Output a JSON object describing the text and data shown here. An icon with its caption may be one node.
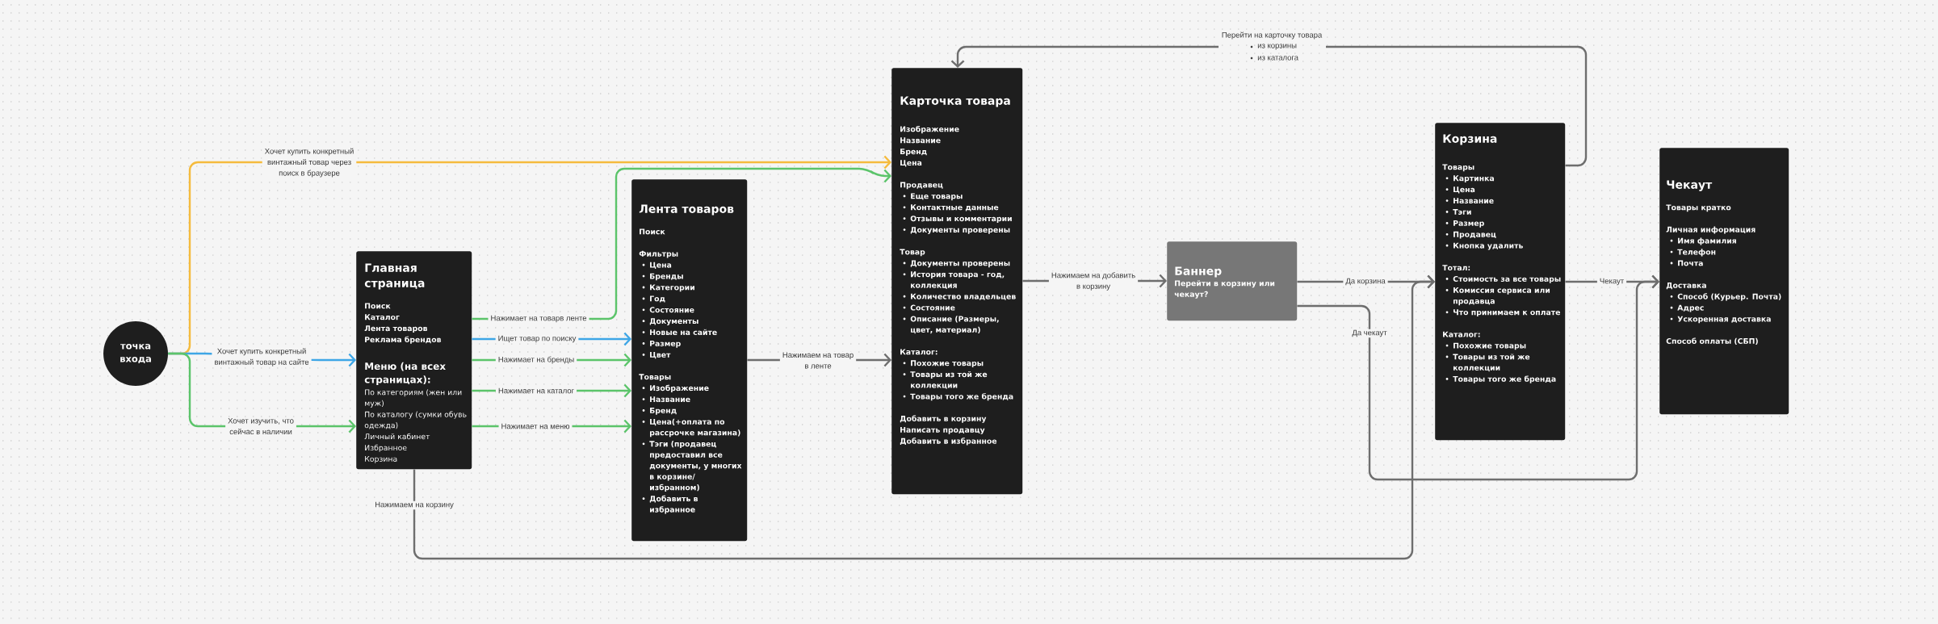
{
  "diagram": {
    "nodes": [
      {
        "text": [
          "точка входа"
        ]
      },
      {
        "text": [
          "Главная страница",
          "Поиск",
          "Каталог",
          "Лента товаров",
          "Реклама брендов",
          "Меню (на всех страницах):",
          "По категориям (жен или муж)",
          "По каталогу (сумки обувь одежда)",
          "Личный кабинет",
          "Избранное",
          "Корзина"
        ]
      },
      {
        "text": [
          "Лента товаров",
          "Поиск",
          "Фильтры",
          "Цена",
          "Бренды",
          "Категории",
          "Год",
          "Состояние",
          "Документы",
          "Новые на сайте",
          "Размер",
          "Цвет",
          "Товары",
          "Изображение",
          "Название",
          "Бренд",
          "Цена(+оплата по рассрочке магазина)",
          "Тэги (продавец предоставил все документы, у многих в корзине/ избранном)",
          "Добавить в избранное"
        ]
      },
      {
        "text": [
          "Карточка товара",
          "Изображение",
          "Название",
          "Бренд",
          "Цена",
          "Продавец",
          "Еще товары",
          "Контактные данные",
          "Отзывы и комментарии",
          "Документы проверены",
          "Товар",
          "Документы проверены",
          "История товара - год, коллекция",
          "Количество владельцев",
          "Состояние",
          "Описание (Размеры, цвет, материал)",
          "Каталог:",
          "Похожие товары",
          "Товары из той же коллекции",
          "Товары того же бренда",
          "Добавить в корзину",
          "Написать продавцу",
          "Добавить в избранное"
        ]
      },
      {
        "text": [
          "Баннер",
          "Перейти в корзину или чекаут?"
        ]
      },
      {
        "text": [
          "Корзина",
          "Товары",
          "Картинка",
          "Цена",
          "Название",
          "Тэги",
          "Размер",
          "Продавец",
          "Кнопка удалить",
          "Тотал:",
          "Стоимость за все товары",
          "Комиссия сервиса или продавца",
          "Что принимаем к оплате",
          "Каталог:",
          "Похожие товары",
          "Товары из той же коллекции",
          "Товары того же бренда"
        ]
      },
      {
        "text": [
          "Чекаут",
          "Товары кратко",
          "Личная информация",
          "Имя фамилия",
          "Телефон",
          "Почта",
          "Доставка",
          "Способ (Курьер. Почта)",
          "Адрес",
          "Ускоренная доставка",
          "Способ оплаты (СБП)"
        ]
      }
    ],
    "edges": [
      {
        "from": 0,
        "to": 3,
        "arrow": "to",
        "label": "Хочет купить конкретный винтажный товар через поиск в браузере",
        "color": "#f5bb3d"
      },
      {
        "from": 0,
        "to": 1,
        "arrow": "to",
        "label": "Хочет купить конкретный винтажный товар на сайте",
        "color": "#3ea6e6"
      },
      {
        "from": 0,
        "to": 1,
        "arrow": "to",
        "label": "Хочет изучить, что сейчас в наличии",
        "color": "#5bc46a"
      },
      {
        "from": 1,
        "to": 3,
        "arrow": "to",
        "label": "Нажимает на товарв ленте",
        "color": "#5bc46a"
      },
      {
        "from": 1,
        "to": 2,
        "arrow": "to",
        "label": "Ищет товар по поиску",
        "color": "#3ea6e6"
      },
      {
        "from": 1,
        "to": 2,
        "arrow": "to",
        "label": "Нажимает на бренды",
        "color": "#5bc46a"
      },
      {
        "from": 1,
        "to": 2,
        "arrow": "to",
        "label": "Нажимает на каталог",
        "color": "#5bc46a"
      },
      {
        "from": 1,
        "to": 2,
        "arrow": "to",
        "label": "Нажимает на меню",
        "color": "#5bc46a"
      },
      {
        "from": 1,
        "to": 5,
        "arrow": "to",
        "label": "Нажимаем на корзину"
      },
      {
        "from": 2,
        "to": 3,
        "arrow": "to",
        "label": "Нажимаем на товар в ленте"
      },
      {
        "from": 3,
        "to": 4,
        "arrow": "to",
        "label": "Нажимаем на добавить в корзину"
      },
      {
        "from": 4,
        "to": 5,
        "arrow": "to",
        "label": "Да корзина"
      },
      {
        "from": 4,
        "to": 6,
        "arrow": "to",
        "label": "Да чекаут"
      },
      {
        "from": 5,
        "to": 6,
        "arrow": "to",
        "label": "Чекаут"
      },
      {
        "from": 5,
        "to": 3,
        "arrow": "to",
        "label": "Перейти на карточку товара"
      }
    ],
    "labels": [
      "из корзины",
      "из каталога"
    ]
  }
}
